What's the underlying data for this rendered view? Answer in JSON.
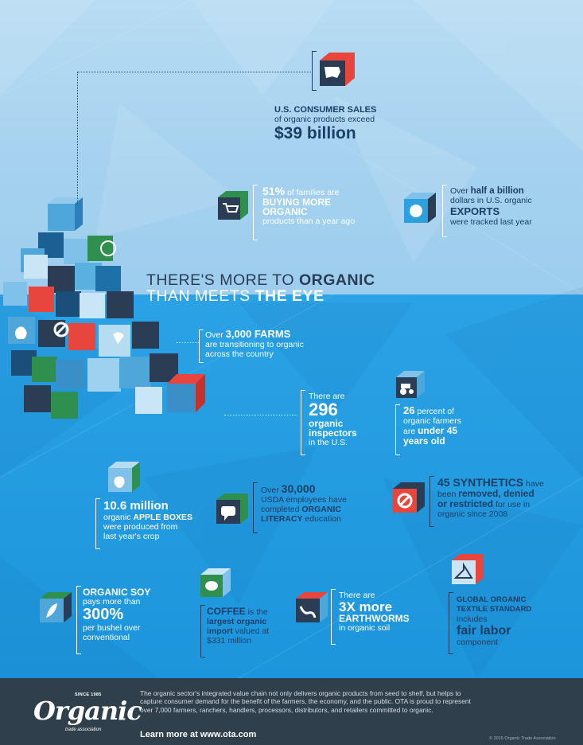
{
  "colors": {
    "accent_red": "#e8453c",
    "accent_green": "#2f8f4e",
    "dark_navy": "#2a3d55",
    "sky": "#1f9be0",
    "pale": "#b8dcf3"
  },
  "headline": {
    "line1_pre": "THERE'S MORE TO ",
    "line1_bold": "ORGANIC",
    "line2_pre": "THAN MEETS ",
    "line2_bold": "THE EYE"
  },
  "consumer_sales": {
    "title": "U.S. CONSUMER SALES",
    "line2": "of organic products exceed",
    "amount": "$39 billion",
    "icon": "usa-map-icon"
  },
  "families": {
    "pct": "51%",
    "line1": " of families are",
    "line2": "BUYING MORE",
    "line3": "ORGANIC",
    "line4": "products than a year ago",
    "icon": "shopping-cart-icon"
  },
  "exports": {
    "line1_pre": "Over ",
    "line1_bold": "half a billion",
    "line2": "dollars in U.S. organic",
    "line3": "EXPORTS",
    "line4": "were tracked last year",
    "icon": "globe-icon"
  },
  "farms": {
    "line1_pre": "Over ",
    "line1_bold": "3,000 FARMS",
    "line2": "are transitioning to organic",
    "line3": "across the country",
    "icon": "farmer-icon"
  },
  "inspectors": {
    "line1": "There are",
    "number": "296",
    "line2": "organic",
    "line3": "inspectors",
    "line4": "in the U.S.",
    "icon": "inspector-icon"
  },
  "farmers_age": {
    "num": "26",
    "line1": " percent of",
    "line2": "organic farmers",
    "line3_pre": "are ",
    "line3_bold": "under 45",
    "line4": "years old",
    "icon": "tractor-icon"
  },
  "apple_boxes": {
    "number": "10.6 million",
    "line1_pre": "organic ",
    "line1_bold": "APPLE BOXES",
    "line2": "were produced from",
    "line3": "last year's crop",
    "icon": "apple-icon"
  },
  "usda": {
    "line1_pre": "Over ",
    "line1_bold": "30,000",
    "line2": "USDA employees have",
    "line3_pre": "completed ",
    "line3_bold": "ORGANIC",
    "line4": "LITERACY",
    "line4_rest": " education",
    "icon": "speech-bubble-icon"
  },
  "synthetics": {
    "num": "45 SYNTHETICS",
    "line1_rest": " have",
    "line2_pre": "been ",
    "line2_bold": "removed, denied",
    "line3": "or restricted",
    "line3_rest": " for use in",
    "line4": "organic since 2008",
    "icon": "prohibited-icon"
  },
  "soy": {
    "line1": "ORGANIC SOY",
    "line2": "pays more than",
    "number": "300%",
    "line3": "per bushel over",
    "line4": "conventional",
    "icon": "soybean-icon"
  },
  "coffee": {
    "line1_bold": "COFFEE",
    "line1_rest": " is the",
    "line2": "largest organic",
    "line3_bold": "import",
    "line3_rest": " valued at",
    "line4": "$331 million",
    "icon": "coffee-bean-icon"
  },
  "earthworms": {
    "line1": "There are",
    "line2": "3X more",
    "line3": "EARTHWORMS",
    "line4": "in organic soil",
    "icon": "earthworm-icon"
  },
  "textile": {
    "line1": "GLOBAL ORGANIC",
    "line2": "TEXTILE STANDARD",
    "line3": "includes",
    "line4": "fair labor",
    "line5": "component",
    "icon": "hanger-icon"
  },
  "footer": {
    "since": "SINCE 1985",
    "logo_word": "Organic",
    "logo_sub": "trade association",
    "text": "The organic sector's integrated value chain not only delivers organic products from seed to shelf, but helps to capture consumer demand for the benefit of the farmers, the economy, and the public. OTA is proud to represent over 7,000 farmers, ranchers, handlers, processors, distributors, and retailers committed to organic.",
    "link": "Learn more at www.ota.com",
    "copyright": "© 2015 Organic Trade Association"
  }
}
